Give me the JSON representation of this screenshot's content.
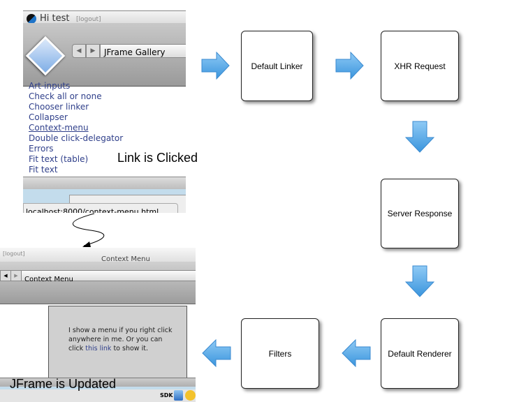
{
  "screenshot_top": {
    "greeting": "Hi test",
    "logout": "[logout]",
    "location": "JFrame Gallery",
    "links": [
      "Art-inputs",
      "Check all or none",
      "Chooser linker",
      "Collapser",
      "Context-menu",
      "Double click-delegator",
      "Errors",
      "Fit text (table)",
      "Fit text"
    ],
    "status_url": "localhost:8000/context-menu.html"
  },
  "caption_clicked": "Link is Clicked",
  "screenshot_bottom": {
    "logout": "[logout]",
    "window_title": "Context Menu",
    "location": "Context Menu",
    "body_text_1": "I show a menu if you right click anywhere in me. Or you can click",
    "body_link": "this link",
    "body_text_2": "to show it.",
    "sdk": "SDK"
  },
  "caption_updated": "JFrame is Updated",
  "steps": [
    "Default Linker",
    "XHR Request",
    "Server Response",
    "Default Renderer",
    "Filters"
  ],
  "colors": {
    "arrow": "#5aaee8",
    "link": "#2f3f8a"
  }
}
